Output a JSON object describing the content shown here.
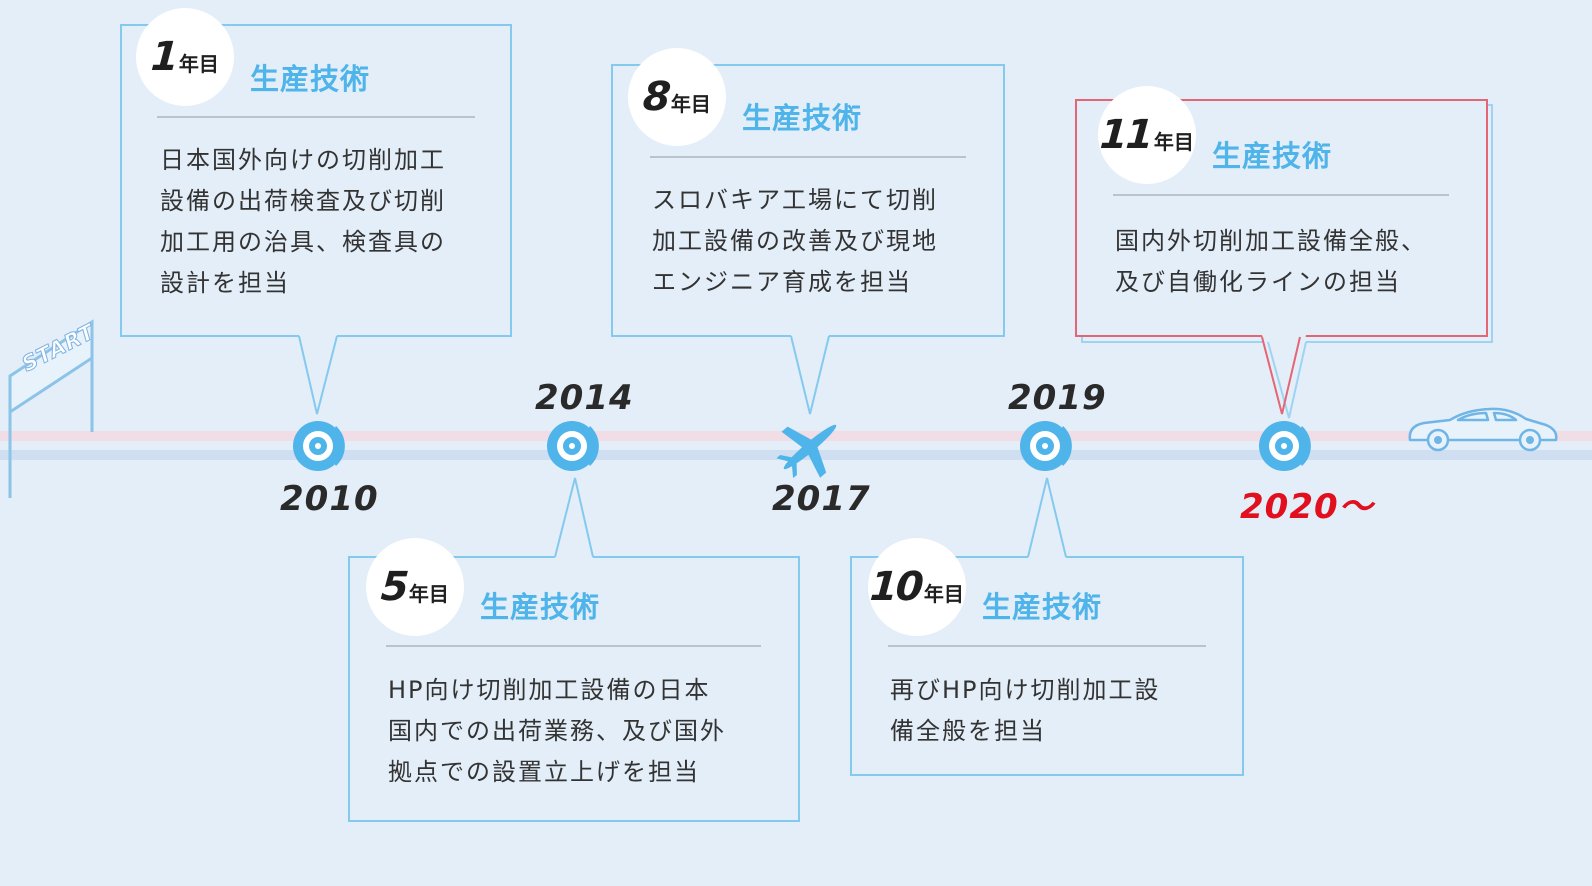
{
  "start_label": "START",
  "milestones": [
    {
      "num": "1",
      "unit": "年目",
      "dept": "生産技術",
      "desc": "日本国外向けの切削加工\n設備の出荷検査及び切削\n加工用の治具、検査具の\n設計を担当",
      "year": "2010"
    },
    {
      "num": "5",
      "unit": "年目",
      "dept": "生産技術",
      "desc": "HP向け切削加工設備の日本\n国内での出荷業務、及び国外\n拠点での設置立上げを担当",
      "year": "2014"
    },
    {
      "num": "8",
      "unit": "年目",
      "dept": "生産技術",
      "desc": "スロバキア工場にて切削\n加工設備の改善及び現地\nエンジニア育成を担当",
      "year": "2017"
    },
    {
      "num": "10",
      "unit": "年目",
      "dept": "生産技術",
      "desc": "再びHP向け切削加工設\n備全般を担当",
      "year": "2019"
    },
    {
      "num": "11",
      "unit": "年目",
      "dept": "生産技術",
      "desc": "国内外切削加工設備全般、\n及び自働化ラインの担当",
      "year": "2020～"
    }
  ],
  "colors": {
    "background": "#e3eef8",
    "accent_blue": "#4fb4ea",
    "border_blue": "#84c9ee",
    "highlight_red": "#e20f1e"
  },
  "icons": [
    "start-gate-icon",
    "brake-disc-icon",
    "airplane-icon",
    "car-icon"
  ]
}
